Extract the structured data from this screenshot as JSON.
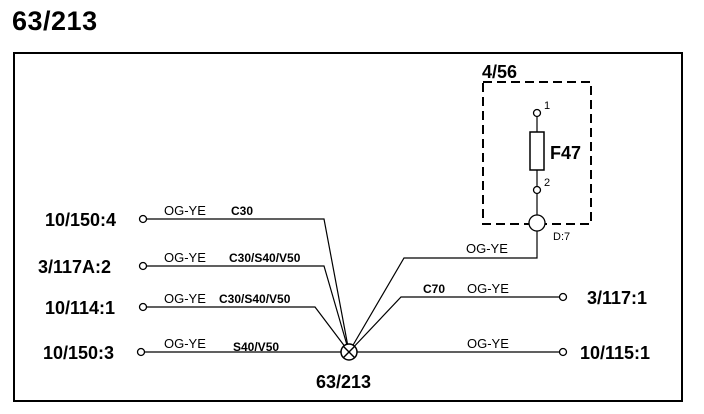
{
  "title": "63/213",
  "splice": {
    "label": "63/213"
  },
  "component": {
    "box_label": "4/56",
    "fuse_label": "F47",
    "pin_top": "1",
    "pin_bottom": "2",
    "connector_label": "D:7"
  },
  "left_wires": [
    {
      "terminal": "10/150:4",
      "color": "OG-YE",
      "code": "C30"
    },
    {
      "terminal": "3/117A:2",
      "color": "OG-YE",
      "code": "C30/S40/V50"
    },
    {
      "terminal": "10/114:1",
      "color": "OG-YE",
      "code": "C30/S40/V50"
    },
    {
      "terminal": "10/150:3",
      "color": "OG-YE",
      "code": "S40/V50"
    }
  ],
  "right_wires": [
    {
      "terminal": "3/117:1",
      "color": "OG-YE",
      "code": "C70"
    },
    {
      "terminal": "10/115:1",
      "color": "OG-YE",
      "code": ""
    }
  ],
  "fuse_wire": {
    "color": "OG-YE"
  }
}
